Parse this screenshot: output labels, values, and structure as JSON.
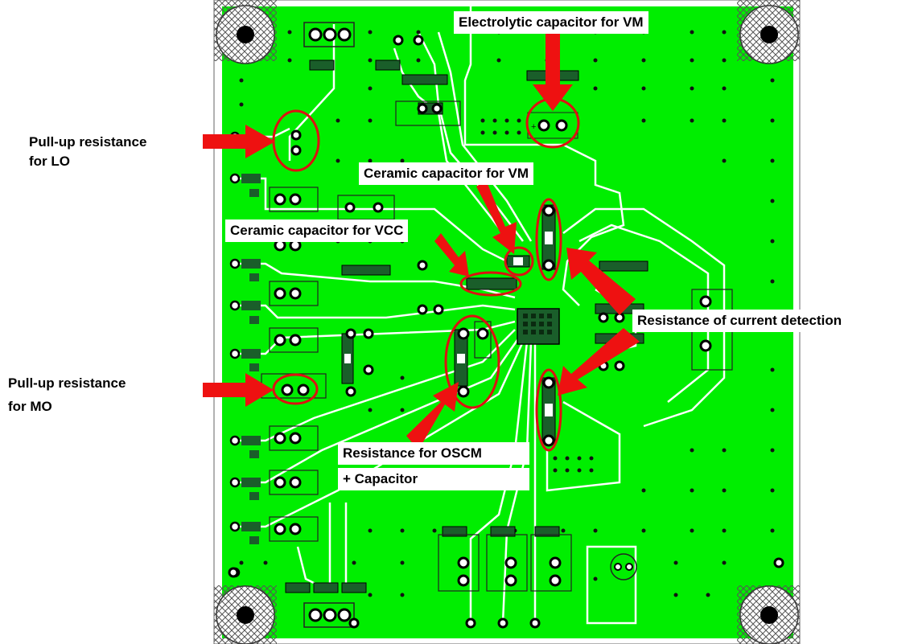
{
  "labels": {
    "electrolytic_vm": "Electrolytic capacitor for VM",
    "pullup_lo_line1": "Pull-up resistance",
    "pullup_lo_line2": "for LO",
    "ceramic_vm": "Ceramic capacitor for VM",
    "ceramic_vcc": "Ceramic capacitor for VCC",
    "current_detection": "Resistance of current detection",
    "pullup_mo_line1": "Pull-up resistance",
    "pullup_mo_line2": "for MO",
    "oscm_line1": "Resistance for OSCM",
    "oscm_line2": "+ Capacitor"
  },
  "colors": {
    "board_green": "#00ee00",
    "trace_white": "#ffffff",
    "component_dark": "#1a5e2a",
    "arrow_red": "#ee1111",
    "mounting_hole": "#000000"
  },
  "icons": [
    "arrow-icon",
    "highlight-ellipse-icon",
    "mounting-hole-icon"
  ]
}
